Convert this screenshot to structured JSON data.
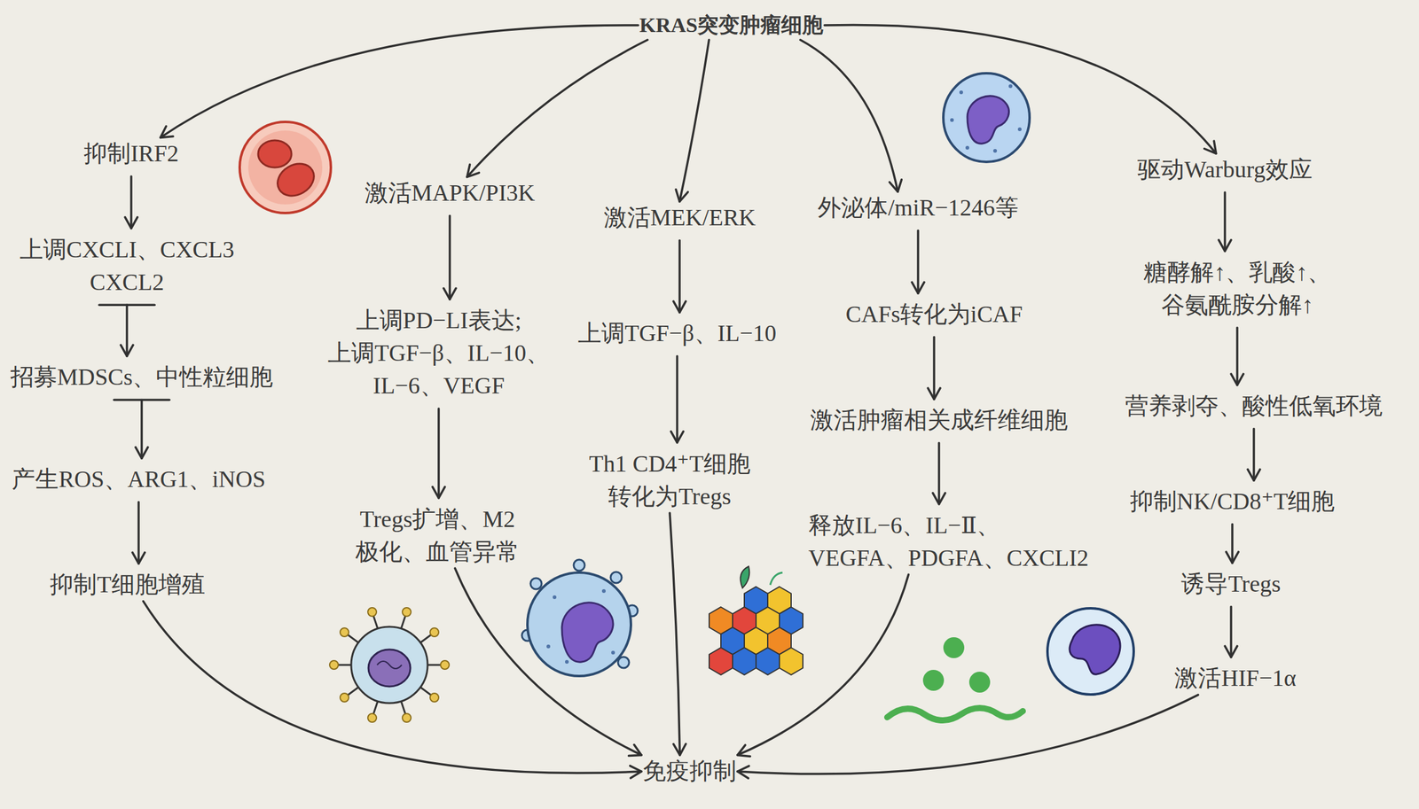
{
  "diagram": {
    "nodes": [
      {
        "text": [
          "KRAS突变肿瘤细胞"
        ]
      },
      {
        "text": [
          "抑制IRF2"
        ]
      },
      {
        "text": [
          "上调CXCLI、CXCL3 CXCL2"
        ]
      },
      {
        "text": [
          "招募MDSCs、中性粒细胞"
        ]
      },
      {
        "text": [
          "产生ROS、ARG1、iNOS"
        ]
      },
      {
        "text": [
          "抑制T细胞增殖"
        ]
      },
      {
        "text": [
          "激活MAPK/PI3K"
        ]
      },
      {
        "text": [
          "上调PD−LI表达; 上调TGF−β、IL−10、 IL−6、VEGF"
        ]
      },
      {
        "text": [
          "Tregs扩增、M2 极化、血管异常"
        ]
      },
      {
        "text": [
          "激活MEK/ERK"
        ]
      },
      {
        "text": [
          "上调TGF−β、IL−10"
        ]
      },
      {
        "text": [
          "Th1 CD4⁺T细胞 转化为Tregs"
        ]
      },
      {
        "text": [
          "外泌体/miR−1246等"
        ]
      },
      {
        "text": [
          "CAFs转化为iCAF"
        ]
      },
      {
        "text": [
          "激活肿瘤相关成纤维细胞"
        ]
      },
      {
        "text": [
          "释放IL−6、IL−Ⅱ、 VEGFA、PDGFA、CXCLI2"
        ]
      },
      {
        "text": [
          "驱动Warburg效应"
        ]
      },
      {
        "text": [
          "糖酵解↑、乳酸↑、 谷氨酰胺分解↑"
        ]
      },
      {
        "text": [
          "营养剥夺、酸性低氧环境"
        ]
      },
      {
        "text": [
          "抑制NK/CD8⁺T细胞"
        ]
      },
      {
        "text": [
          "诱导Tregs"
        ]
      },
      {
        "text": [
          "激活HIF−1α"
        ]
      },
      {
        "text": [
          "免疫抑制"
        ]
      }
    ],
    "edges": [
      {
        "from": 0,
        "to": 1,
        "arrow": "to"
      },
      {
        "from": 0,
        "to": 6,
        "arrow": "to"
      },
      {
        "from": 0,
        "to": 9,
        "arrow": "to"
      },
      {
        "from": 0,
        "to": 12,
        "arrow": "to"
      },
      {
        "from": 0,
        "to": 16,
        "arrow": "to"
      },
      {
        "from": 1,
        "to": 2,
        "arrow": "to"
      },
      {
        "from": 2,
        "to": 3,
        "arrow": "to"
      },
      {
        "from": 3,
        "to": 4,
        "arrow": "to"
      },
      {
        "from": 4,
        "to": 5,
        "arrow": "to"
      },
      {
        "from": 6,
        "to": 7,
        "arrow": "to"
      },
      {
        "from": 7,
        "to": 8,
        "arrow": "to"
      },
      {
        "from": 9,
        "to": 10,
        "arrow": "to"
      },
      {
        "from": 10,
        "to": 11,
        "arrow": "to"
      },
      {
        "from": 12,
        "to": 13,
        "arrow": "to"
      },
      {
        "from": 13,
        "to": 14,
        "arrow": "to"
      },
      {
        "from": 14,
        "to": 15,
        "arrow": "to"
      },
      {
        "from": 16,
        "to": 17,
        "arrow": "to"
      },
      {
        "from": 17,
        "to": 18,
        "arrow": "to"
      },
      {
        "from": 18,
        "to": 19,
        "arrow": "to"
      },
      {
        "from": 19,
        "to": 20,
        "arrow": "to"
      },
      {
        "from": 20,
        "to": 21,
        "arrow": "to"
      },
      {
        "from": 5,
        "to": 22,
        "arrow": "to"
      },
      {
        "from": 8,
        "to": 22,
        "arrow": "to"
      },
      {
        "from": 11,
        "to": 22,
        "arrow": "to"
      },
      {
        "from": 15,
        "to": 22,
        "arrow": "to"
      },
      {
        "from": 21,
        "to": 22,
        "arrow": "to"
      }
    ]
  }
}
